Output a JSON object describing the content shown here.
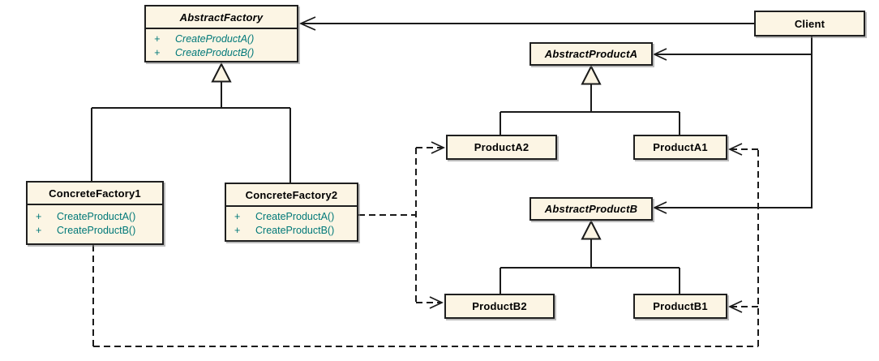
{
  "colors": {
    "box_fill": "#FCF5E4",
    "box_border": "#1F1F1F",
    "method_text": "#007878",
    "title_text": "#000000",
    "line": "#1A1A1A",
    "background": "#FFFFFF"
  },
  "classes": {
    "abstract_factory": {
      "name": "AbstractFactory",
      "abstract": true,
      "methods": [
        {
          "visibility": "+",
          "signature": "CreateProductA()"
        },
        {
          "visibility": "+",
          "signature": "CreateProductB()"
        }
      ]
    },
    "concrete_factory1": {
      "name": "ConcreteFactory1",
      "abstract": false,
      "methods": [
        {
          "visibility": "+",
          "signature": "CreateProductA()"
        },
        {
          "visibility": "+",
          "signature": "CreateProductB()"
        }
      ]
    },
    "concrete_factory2": {
      "name": "ConcreteFactory2",
      "abstract": false,
      "methods": [
        {
          "visibility": "+",
          "signature": "CreateProductA()"
        },
        {
          "visibility": "+",
          "signature": "CreateProductB()"
        }
      ]
    },
    "client": {
      "name": "Client",
      "abstract": false
    },
    "abstract_product_a": {
      "name": "AbstractProductA",
      "abstract": true
    },
    "product_a2": {
      "name": "ProductA2",
      "abstract": false
    },
    "product_a1": {
      "name": "ProductA1",
      "abstract": false
    },
    "abstract_product_b": {
      "name": "AbstractProductB",
      "abstract": true
    },
    "product_b2": {
      "name": "ProductB2",
      "abstract": false
    },
    "product_b1": {
      "name": "ProductB1",
      "abstract": false
    }
  },
  "relationships": [
    {
      "type": "association",
      "from": "Client",
      "to": "AbstractFactory",
      "style": "solid-open-arrow"
    },
    {
      "type": "association",
      "from": "Client",
      "to": "AbstractProductA",
      "style": "solid-open-arrow"
    },
    {
      "type": "association",
      "from": "Client",
      "to": "AbstractProductB",
      "style": "solid-open-arrow"
    },
    {
      "type": "generalization",
      "from": "ConcreteFactory1",
      "to": "AbstractFactory",
      "style": "solid-hollow-triangle"
    },
    {
      "type": "generalization",
      "from": "ConcreteFactory2",
      "to": "AbstractFactory",
      "style": "solid-hollow-triangle"
    },
    {
      "type": "generalization",
      "from": "ProductA2",
      "to": "AbstractProductA",
      "style": "solid-hollow-triangle"
    },
    {
      "type": "generalization",
      "from": "ProductA1",
      "to": "AbstractProductA",
      "style": "solid-hollow-triangle"
    },
    {
      "type": "generalization",
      "from": "ProductB2",
      "to": "AbstractProductB",
      "style": "solid-hollow-triangle"
    },
    {
      "type": "generalization",
      "from": "ProductB1",
      "to": "AbstractProductB",
      "style": "solid-hollow-triangle"
    },
    {
      "type": "dependency",
      "from": "ConcreteFactory2",
      "to": "ProductA2",
      "style": "dashed-open-arrow"
    },
    {
      "type": "dependency",
      "from": "ConcreteFactory2",
      "to": "ProductB2",
      "style": "dashed-open-arrow"
    },
    {
      "type": "dependency",
      "from": "ConcreteFactory1",
      "to": "ProductA1",
      "style": "dashed-open-arrow"
    },
    {
      "type": "dependency",
      "from": "ConcreteFactory1",
      "to": "ProductB1",
      "style": "dashed-open-arrow"
    }
  ]
}
